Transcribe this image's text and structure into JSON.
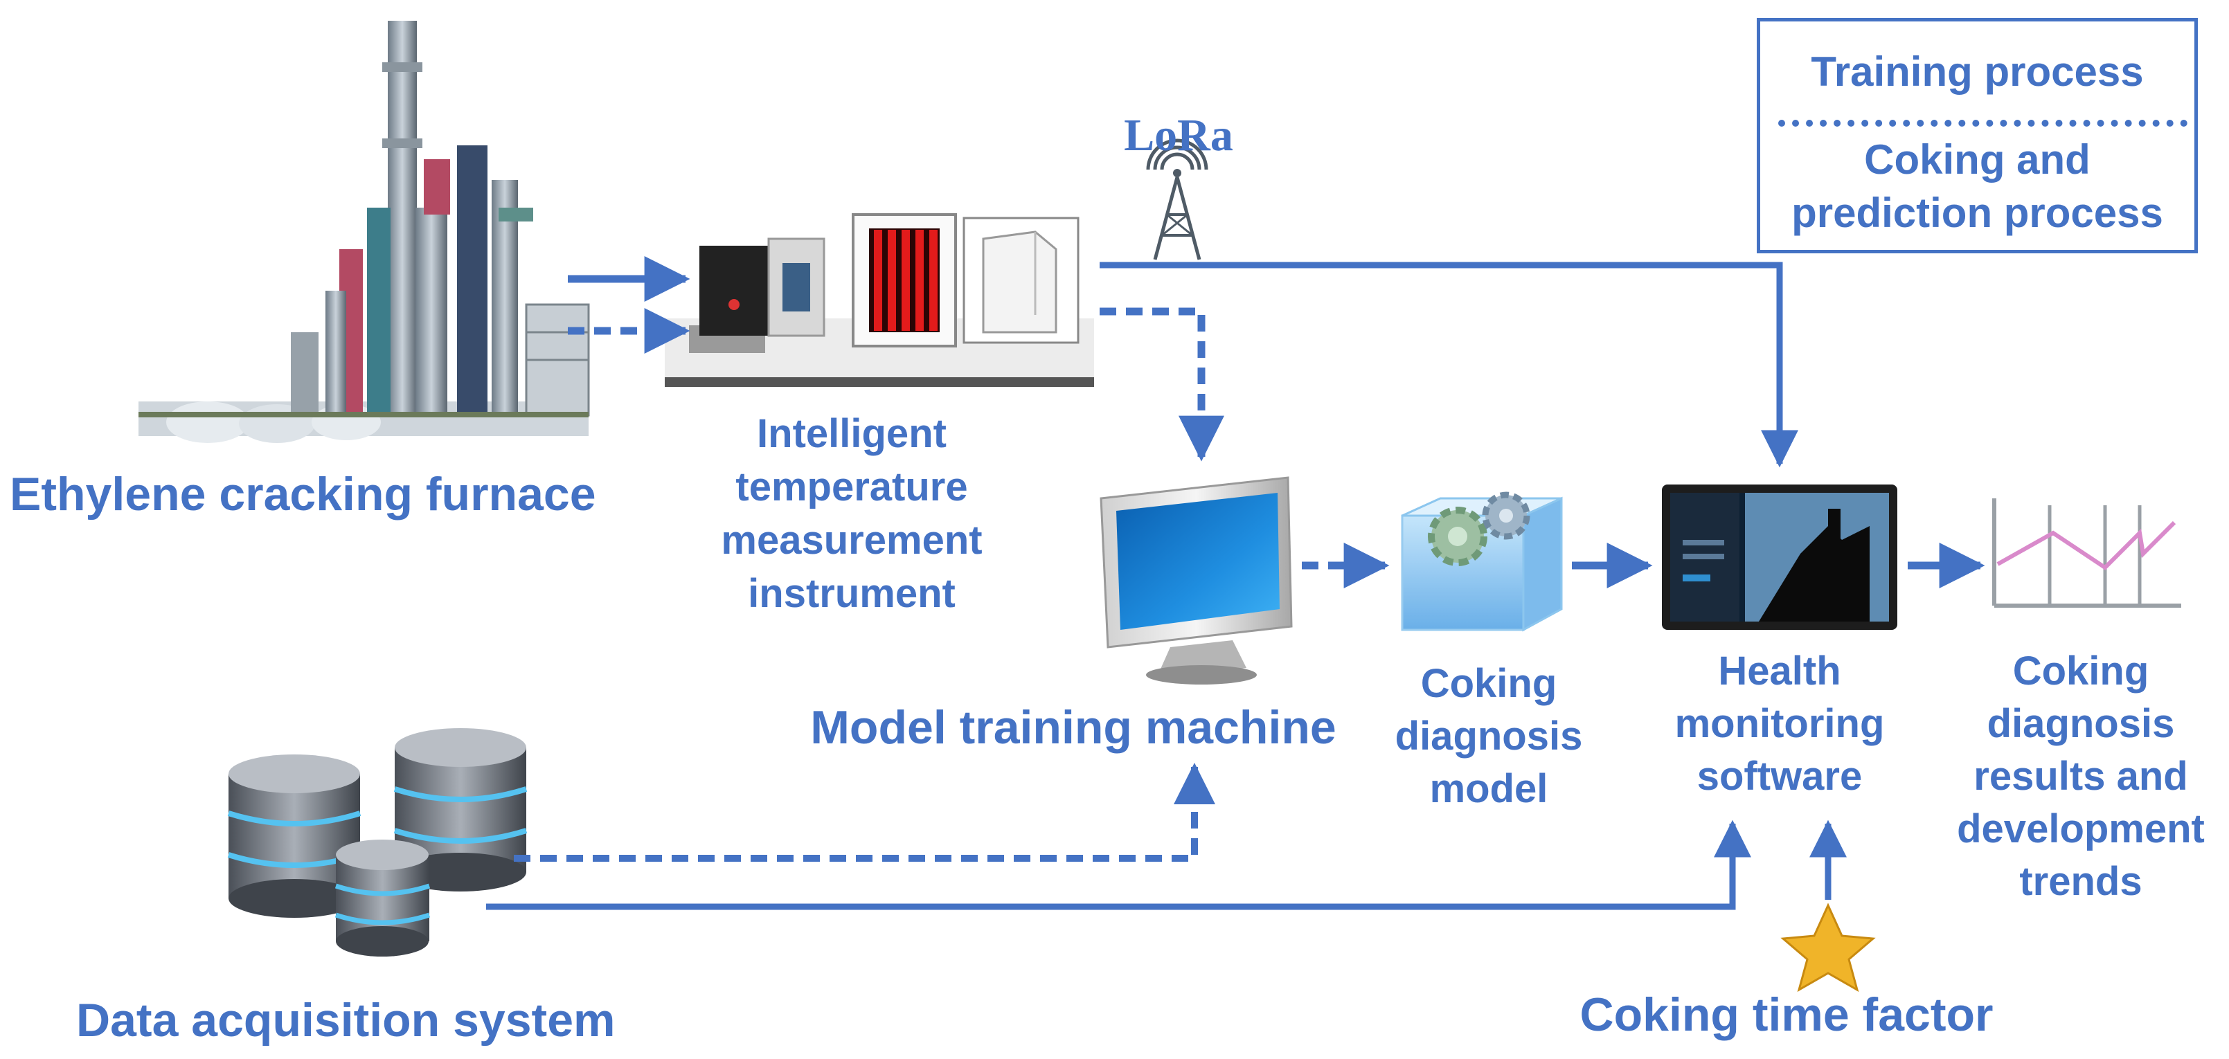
{
  "colors": {
    "accent": "#4472C4",
    "trend": "#D98ACB",
    "star": "#F0B429"
  },
  "legend": {
    "training": "Training process",
    "prediction": "Coking and prediction process"
  },
  "labels": {
    "furnace": "Ethylene cracking furnace",
    "instrument": "Intelligent temperature measurement instrument",
    "lora": "LoRa",
    "training_machine": "Model training machine",
    "model": "Coking diagnosis model",
    "software": "Health monitoring software",
    "results": "Coking diagnosis results and development trends",
    "data_system": "Data acquisition system",
    "time_factor": "Coking time factor"
  },
  "icons": [
    "factory-icon",
    "thermal-camera-icon",
    "furnace-grid-icon",
    "open-box-icon",
    "radio-tower-icon",
    "computer-monitor-icon",
    "gears-cube-icon",
    "screen-icon",
    "trend-chart-icon",
    "database-icon",
    "star-icon"
  ]
}
